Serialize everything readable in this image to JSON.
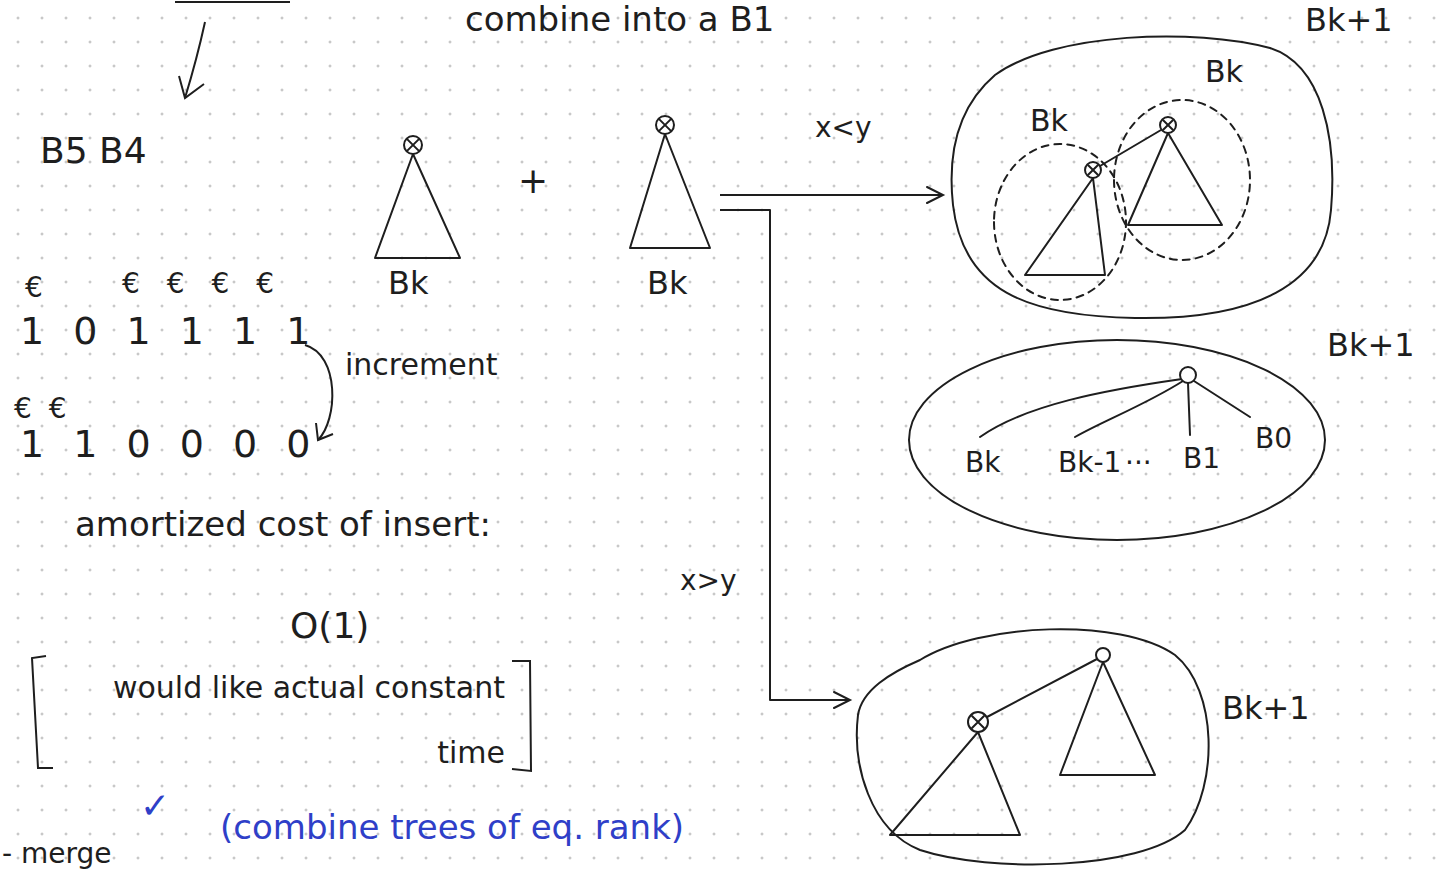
{
  "diagram": {
    "nodes": [
      {
        "text": [
          "Bk"
        ]
      },
      {
        "text": [
          "Bk"
        ]
      },
      {
        "text": [
          "Bk+1"
        ]
      },
      {
        "text": [
          "Bk"
        ],
        "in": 2
      },
      {
        "text": [
          "Bk"
        ],
        "in": 2
      },
      {
        "text": [
          "Bk+1",
          "Bk",
          "Bk-1",
          "···",
          "B1",
          "B0"
        ]
      },
      {
        "text": [
          "Bk+1"
        ]
      }
    ],
    "edges": [
      {
        "from": 1,
        "to": 2,
        "label": "x<y",
        "arrow": "to"
      },
      {
        "from": 1,
        "to": 6,
        "label": "x>y",
        "arrow": "to"
      }
    ],
    "labels": [
      "combine into a B1",
      "B5 B4",
      "€",
      "€ € € €",
      "1 0 1 1 1 1",
      "increment",
      "€ €",
      "1 1 0 0 0 0",
      "amortized cost of insert:",
      "O(1)",
      "would like actual constant time",
      "✓",
      "(combine trees of eq. rank)",
      "- merge",
      "+"
    ]
  }
}
